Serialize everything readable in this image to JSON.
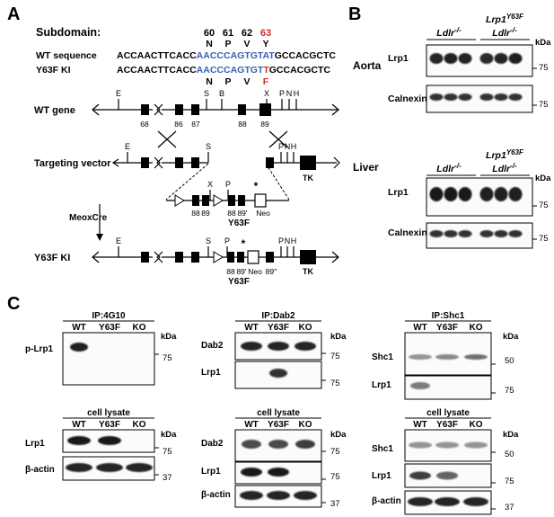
{
  "panelA": {
    "letter": "A",
    "subdomain_title": "Subdomain:",
    "codons": [
      {
        "num": "60",
        "aa_wt": "N",
        "aa_ki": "N"
      },
      {
        "num": "61",
        "aa_wt": "P",
        "aa_ki": "P"
      },
      {
        "num": "62",
        "aa_wt": "V",
        "aa_ki": "V"
      },
      {
        "num": "63",
        "aa_wt": "Y",
        "aa_ki": "F"
      }
    ],
    "wt_label": "WT sequence",
    "ki_label": "Y63F KI",
    "seq_prefix": "ACCAACTTCACC",
    "seq_wt_mid": "AACCCAGTGTA",
    "seq_wt_mut": "T",
    "seq_ki_mid": "AACCCAGTGT",
    "seq_ki_mut": "T",
    "seq_suffix": "GCCACGCTC",
    "colors": {
      "mutation": "#d42a2a",
      "subdomain_seq": "#3a62b0"
    },
    "rows": {
      "wt_gene": "WT gene",
      "targeting_vector": "Targeting vector",
      "meoxcre": "MeoxCre",
      "y63f_ki": "Y63F KI"
    },
    "sites": {
      "E": "E",
      "S": "S",
      "B": "B",
      "X": "X",
      "P": "P",
      "N": "N",
      "H": "H"
    },
    "exons": {
      "e68": "68",
      "e86": "86",
      "e87": "87",
      "e88": "88",
      "e89": "89",
      "e89p": "89'",
      "e89pp": "89''"
    },
    "neo": "Neo",
    "tk": "TK",
    "asterisk": "*",
    "y63f_tag": "Y63F"
  },
  "panelB": {
    "letter": "B",
    "kda": "kDa",
    "groups": {
      "ldlr": "Ldlr",
      "ldlr_sup": "-/-",
      "lrp1": "Lrp1",
      "lrp1_sup": "Y63F",
      "ldlr2": "Ldlr",
      "ldlr2_sup": "-/-"
    },
    "tissues": [
      {
        "name": "Aorta",
        "bands": [
          {
            "label": "Lrp1",
            "marker": "75"
          },
          {
            "label": "Calnexin",
            "marker": "75"
          }
        ]
      },
      {
        "name": "Liver",
        "bands": [
          {
            "label": "Lrp1",
            "marker": "75"
          },
          {
            "label": "Calnexin",
            "marker": "75"
          }
        ]
      }
    ]
  },
  "panelC": {
    "letter": "C",
    "kda": "kDa",
    "lanes": [
      "WT",
      "Y63F",
      "KO"
    ],
    "columns": [
      {
        "ip_title": "IP:4G10",
        "ip_bands": [
          {
            "label": "p-Lrp1",
            "marker": "75"
          }
        ],
        "lysate_title": "cell lysate",
        "lysate_bands": [
          {
            "label": "Lrp1",
            "marker": "75"
          },
          {
            "label": "β-actin",
            "marker": "37"
          }
        ]
      },
      {
        "ip_title": "IP:Dab2",
        "ip_bands": [
          {
            "label": "Dab2",
            "marker": "75"
          },
          {
            "label": "Lrp1",
            "marker": "75"
          }
        ],
        "lysate_title": "cell lysate",
        "lysate_bands": [
          {
            "label": "Dab2",
            "marker": "75"
          },
          {
            "label": "Lrp1",
            "marker": "75"
          },
          {
            "label": "β-actin",
            "marker": "37"
          }
        ]
      },
      {
        "ip_title": "IP:Shc1",
        "ip_bands": [
          {
            "label": "Shc1",
            "marker": "50"
          },
          {
            "label": "Lrp1",
            "marker": "75"
          }
        ],
        "lysate_title": "cell lysate",
        "lysate_bands": [
          {
            "label": "Shc1",
            "marker": "50"
          },
          {
            "label": "Lrp1",
            "marker": "75"
          },
          {
            "label": "β-actin",
            "marker": "37"
          }
        ]
      }
    ]
  }
}
